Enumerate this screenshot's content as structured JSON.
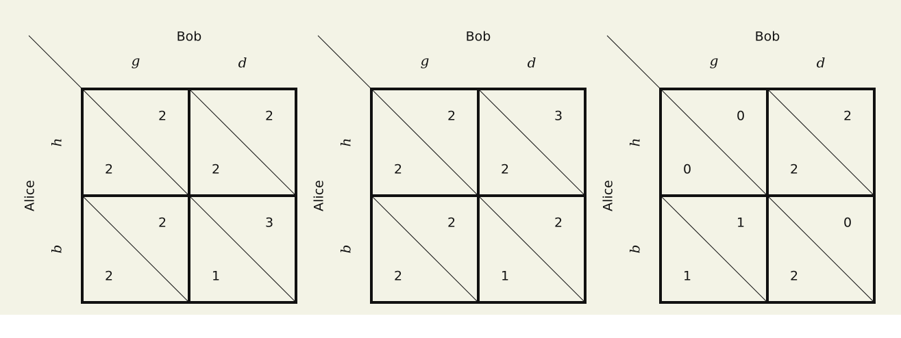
{
  "games": [
    {
      "col_player": "Bob",
      "row_player": "Alice",
      "col_strategies": [
        "g",
        "d"
      ],
      "row_strategies": [
        "h",
        "b"
      ],
      "payoffs": [
        [
          {
            "alice": "2",
            "bob": "2"
          },
          {
            "alice": "2",
            "bob": "2"
          }
        ],
        [
          {
            "alice": "2",
            "bob": "2"
          },
          {
            "alice": "1",
            "bob": "3"
          }
        ]
      ]
    },
    {
      "col_player": "Bob",
      "row_player": "Alice",
      "col_strategies": [
        "g",
        "d"
      ],
      "row_strategies": [
        "h",
        "b"
      ],
      "payoffs": [
        [
          {
            "alice": "2",
            "bob": "2"
          },
          {
            "alice": "2",
            "bob": "3"
          }
        ],
        [
          {
            "alice": "2",
            "bob": "2"
          },
          {
            "alice": "1",
            "bob": "2"
          }
        ]
      ]
    },
    {
      "col_player": "Bob",
      "row_player": "Alice",
      "col_strategies": [
        "g",
        "d"
      ],
      "row_strategies": [
        "h",
        "b"
      ],
      "payoffs": [
        [
          {
            "alice": "0",
            "bob": "0"
          },
          {
            "alice": "2",
            "bob": "2"
          }
        ],
        [
          {
            "alice": "1",
            "bob": "1"
          },
          {
            "alice": "2",
            "bob": "0"
          }
        ]
      ]
    }
  ]
}
